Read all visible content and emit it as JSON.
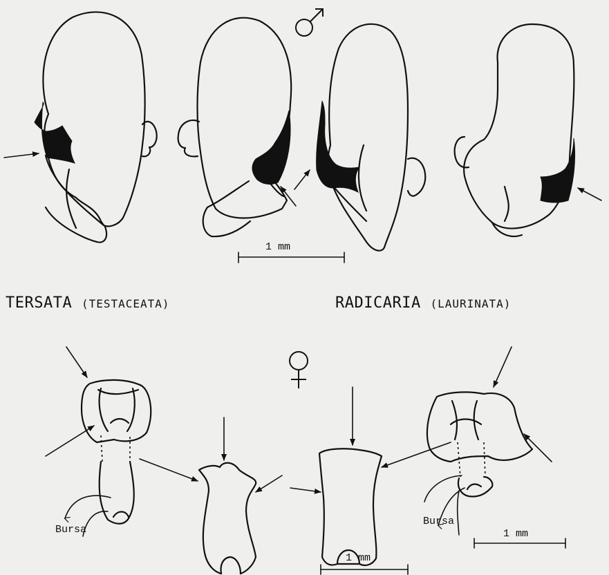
{
  "labels": {
    "species_left": "TERSATA",
    "species_left_synonym": "(TESTACEATA)",
    "species_right": "RADICARIA",
    "species_right_synonym": "(LAURINATA)",
    "scale_male": "1 mm",
    "scale_female_center": "1 mm",
    "scale_female_right": "1 mm",
    "bursa_left": "Bursa",
    "bursa_right": "Bursa"
  },
  "symbols": {
    "male": "male-symbol-icon",
    "female": "female-symbol-icon"
  },
  "colors": {
    "background": "#efefed",
    "ink": "#111111"
  }
}
